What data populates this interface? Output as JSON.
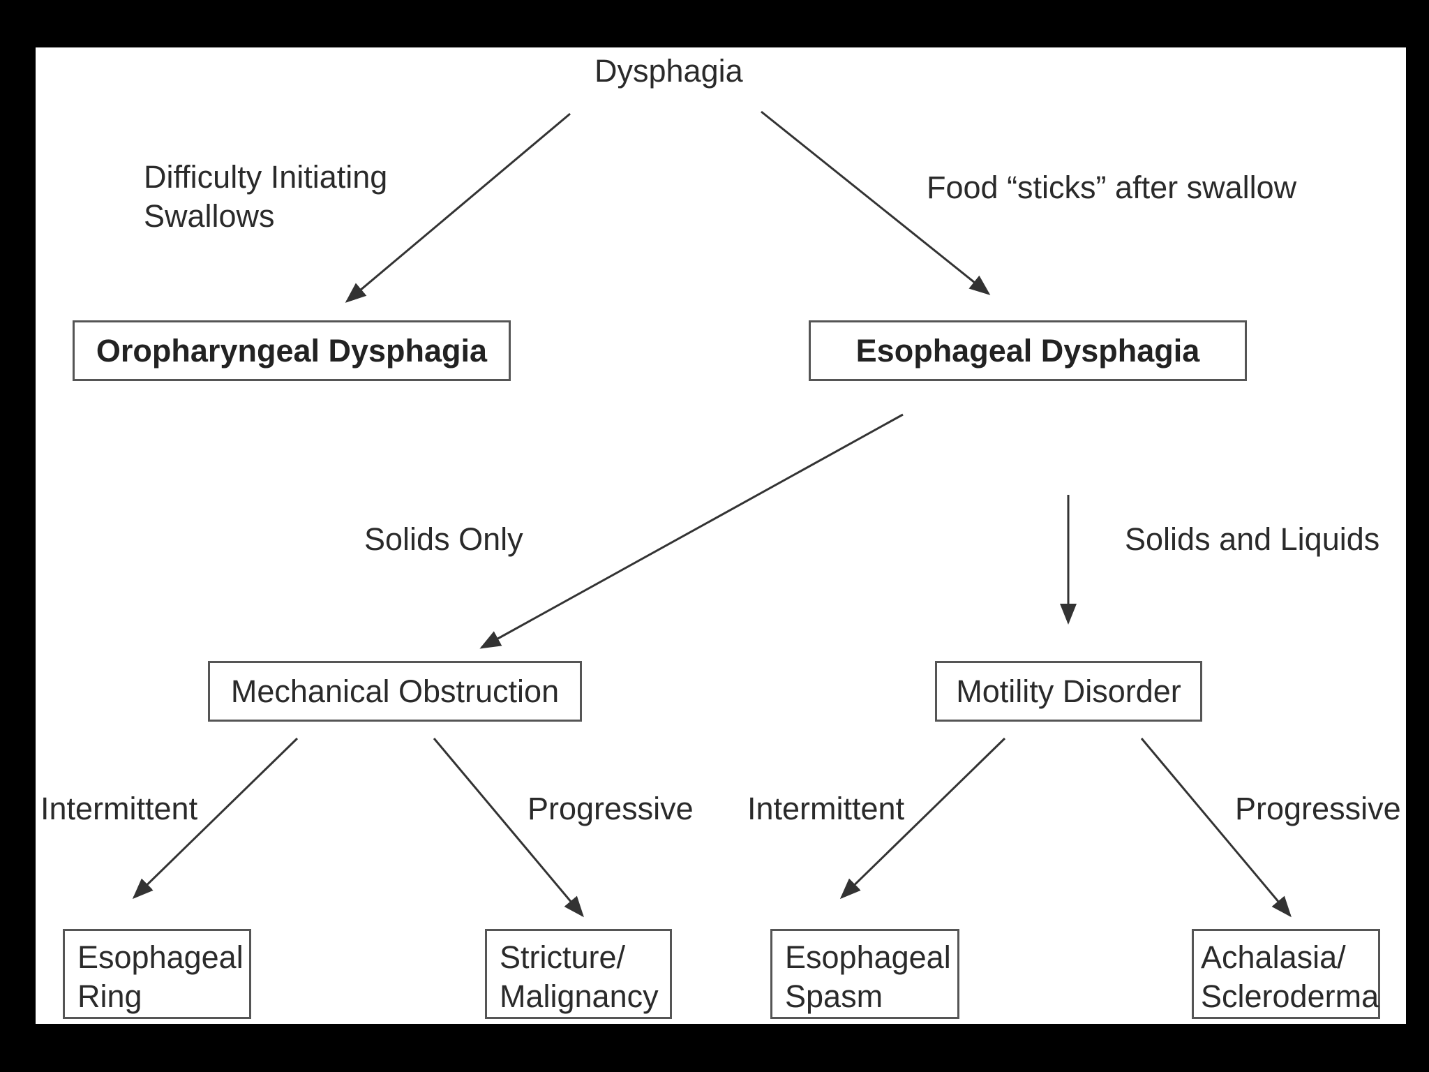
{
  "diagram": {
    "root": "Dysphagia",
    "edges": {
      "difficulty_initiating": "Difficulty Initiating\nSwallows",
      "food_sticks": "Food “sticks” after swallow",
      "solids_only": "Solids Only",
      "solids_and_liquids": "Solids and Liquids",
      "mech_intermittent": "Intermittent",
      "mech_progressive": "Progressive",
      "mot_intermittent": "Intermittent",
      "mot_progressive": "Progressive"
    },
    "nodes": {
      "oropharyngeal": "Oropharyngeal Dysphagia",
      "esophageal": "Esophageal Dysphagia",
      "mechanical": "Mechanical Obstruction",
      "motility": "Motility Disorder",
      "ring": "Esophageal\nRing",
      "stricture": "Stricture/\nMalignancy",
      "spasm": "Esophageal\nSpasm",
      "achalasia": "Achalasia/\nScleroderma"
    }
  }
}
